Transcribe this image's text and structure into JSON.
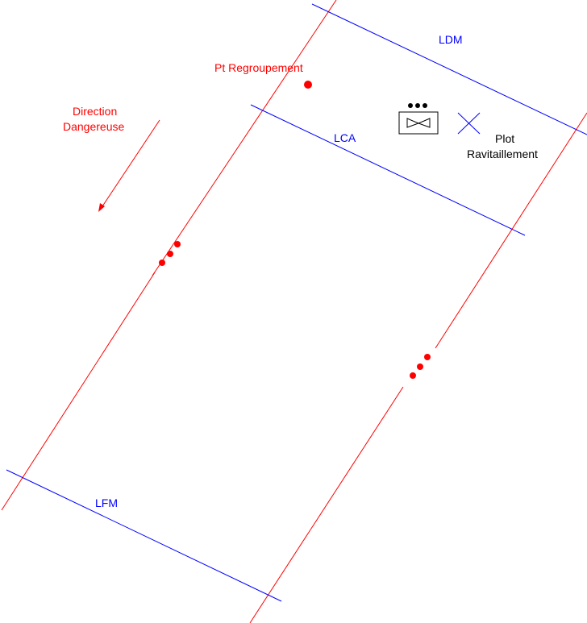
{
  "colors": {
    "red": "#ff0000",
    "blue": "#0000ff",
    "black": "#000000",
    "background": "#ffffff"
  },
  "labels": {
    "ldm": "LDM",
    "lca": "LCA",
    "lfm": "LFM",
    "regroupement": "Pt Regroupement",
    "direction_line1": "Direction",
    "direction_line2": "Dangereuse",
    "plot_line1": "Plot",
    "plot_line2": "Ravitaillement"
  },
  "icons": {
    "symbol": "three-dots-over-bowtie-box-icon",
    "marker": "x-cross-icon",
    "arrow": "arrow-down-left-icon"
  }
}
